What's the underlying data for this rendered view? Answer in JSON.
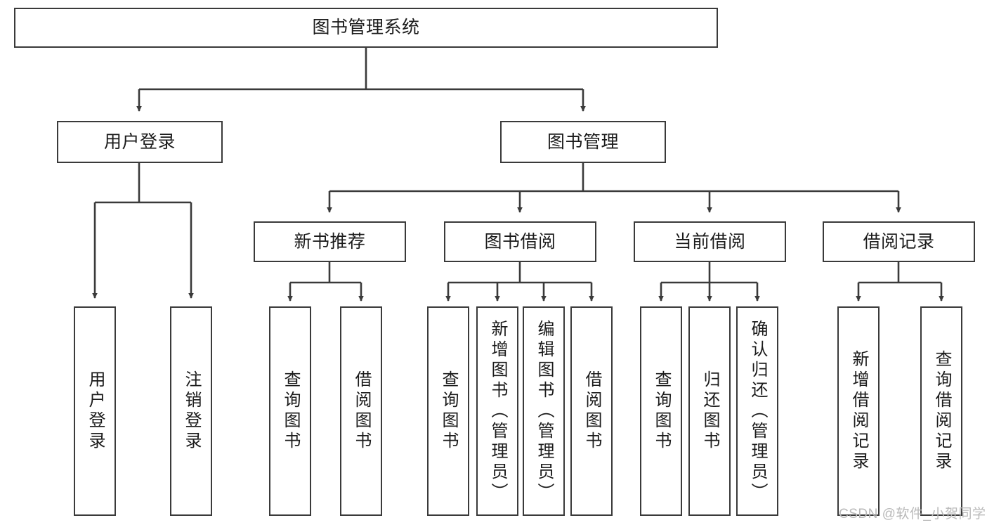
{
  "diagram": {
    "type": "tree-hierarchy",
    "root": {
      "id": "root",
      "label": "图书管理系统"
    },
    "level2": [
      {
        "id": "user-login",
        "label": "用户登录"
      },
      {
        "id": "book-manage",
        "label": "图书管理"
      }
    ],
    "level3": [
      {
        "id": "new-book-rec",
        "label": "新书推荐"
      },
      {
        "id": "book-borrow",
        "label": "图书借阅"
      },
      {
        "id": "current-borrow",
        "label": "当前借阅"
      },
      {
        "id": "borrow-record",
        "label": "借阅记录"
      }
    ],
    "leaves": [
      {
        "id": "leaf-user-login",
        "label": "用户登录",
        "parent": "user-login"
      },
      {
        "id": "leaf-user-logout",
        "label": "注销登录",
        "parent": "user-login"
      },
      {
        "id": "leaf-query-book-1",
        "label": "查询图书",
        "parent": "new-book-rec"
      },
      {
        "id": "leaf-borrow-book-1",
        "label": "借阅图书",
        "parent": "new-book-rec"
      },
      {
        "id": "leaf-query-book-2",
        "label": "查询图书",
        "parent": "book-borrow"
      },
      {
        "id": "leaf-add-book",
        "label": "新增图书（管理员）",
        "parent": "book-borrow"
      },
      {
        "id": "leaf-edit-book",
        "label": "编辑图书（管理员）",
        "parent": "book-borrow"
      },
      {
        "id": "leaf-borrow-book-2",
        "label": "借阅图书",
        "parent": "book-borrow"
      },
      {
        "id": "leaf-query-book-3",
        "label": "查询图书",
        "parent": "current-borrow"
      },
      {
        "id": "leaf-return-book",
        "label": "归还图书",
        "parent": "current-borrow"
      },
      {
        "id": "leaf-confirm-return",
        "label": "确认归还（管理员）",
        "parent": "current-borrow"
      },
      {
        "id": "leaf-add-record",
        "label": "新增借阅记录",
        "parent": "borrow-record"
      },
      {
        "id": "leaf-query-record",
        "label": "查询借阅记录",
        "parent": "borrow-record"
      }
    ],
    "colors": {
      "stroke": "#3a3a3a",
      "fill": "#ffffff",
      "text": "#1b1b1b",
      "watermark": "#b9b9b9"
    }
  },
  "watermark": {
    "text": "CSDN @软件_小贺同学"
  }
}
